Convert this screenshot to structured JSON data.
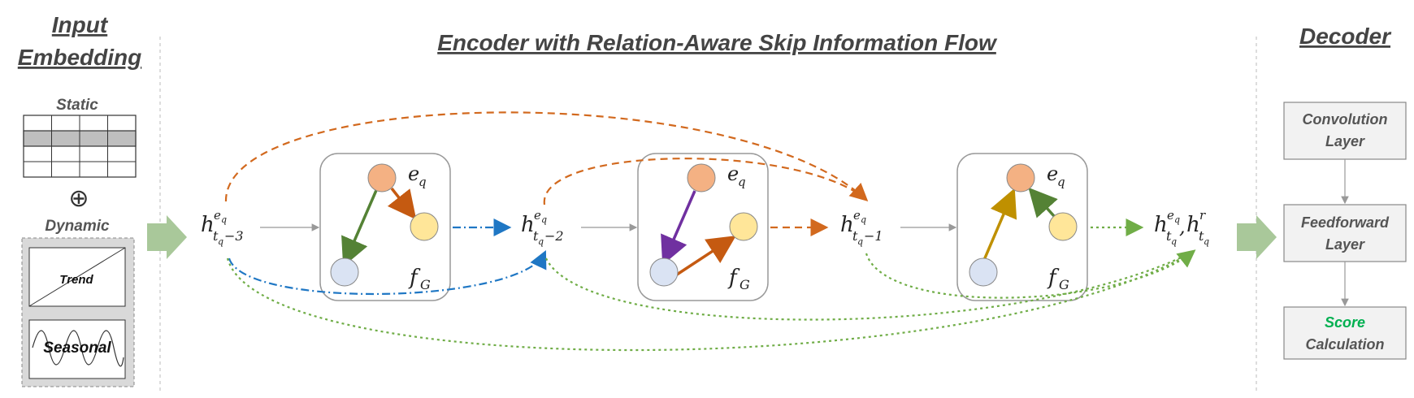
{
  "sections": {
    "input_title_line1": "Input",
    "input_title_line2": "Embedding",
    "encoder_title": "Encoder with Relation-Aware Skip Information Flow",
    "decoder_title": "Decoder"
  },
  "input": {
    "static_label": "Static",
    "combine_symbol": "⊕",
    "dynamic_label": "Dynamic",
    "trend_label": "Trend",
    "seasonal_label": "Seasonal"
  },
  "encoder": {
    "h_symbol": "h",
    "e_symbol": "e",
    "q_symbol": "q",
    "t_symbol": "t",
    "r_symbol": "r",
    "offsets": [
      "−3",
      "−2",
      "−1"
    ],
    "node_label_e": "e",
    "node_label_f": "f",
    "node_label_G": "G",
    "comma": ","
  },
  "decoder": {
    "conv_line1": "Convolution",
    "conv_line2": "Layer",
    "ff_line1": "Feedforward",
    "ff_line2": "Layer",
    "score_line1": "Score",
    "score_line2": "Calculation"
  },
  "colors": {
    "orange_dashed": "#d2691e",
    "blue_dashdot": "#1f77c4",
    "green_dotted": "#70ad47",
    "green_arrow": "#548235",
    "purple_arrow": "#7030a0",
    "orange_arrow": "#c55a11",
    "gold_arrow": "#bf9000",
    "node_salmon": "#f4b183",
    "node_yellow": "#ffe699",
    "node_blue": "#dae3f3",
    "score_green": "#00b050"
  }
}
